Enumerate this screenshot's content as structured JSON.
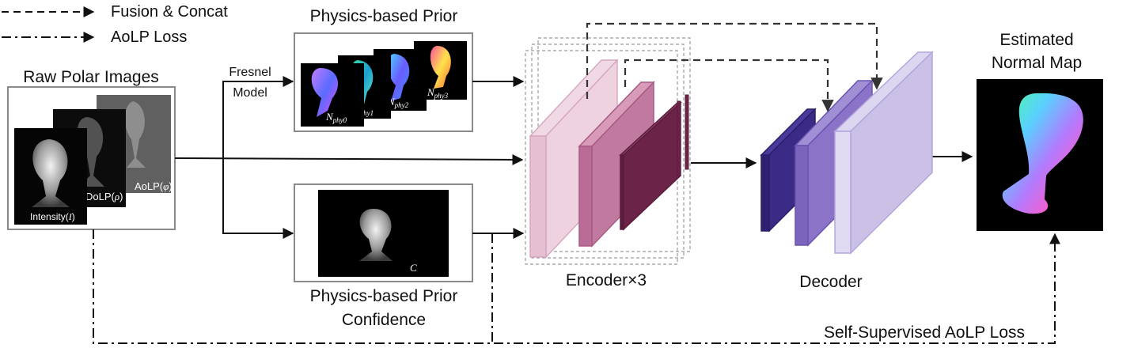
{
  "legend": {
    "fusion": "Fusion & Concat",
    "aolp": "AoLP Loss"
  },
  "raw": {
    "title": "Raw Polar Images",
    "intensity": "Intensity(",
    "intensity_sym": "I",
    "dolp": "DoLP(",
    "dolp_sym": "ρ",
    "aolp": "AoLP(",
    "aolp_sym": "φ",
    "close": ")"
  },
  "prior": {
    "title": "Physics-based Prior",
    "model_line1": "Fresnel",
    "model_line2": "Model",
    "n0_main": "N",
    "n0_sub": "phy0",
    "n1_main": "N",
    "n1_sub": "phy1",
    "n2_main": "N",
    "n2_sub": "phy2",
    "n3_main": "N",
    "n3_sub": "phy3"
  },
  "confidence": {
    "line1": "Physics-based Prior",
    "line2": "Confidence",
    "symbol": "C"
  },
  "encoder": {
    "label": "Encoder×3"
  },
  "decoder": {
    "label": "Decoder"
  },
  "output": {
    "line1": "Estimated",
    "line2": "Normal Map"
  },
  "loss": {
    "label": "Self-Supervised  AoLP Loss"
  },
  "colors": {
    "encoder_light": "#e6bfd1",
    "encoder_mid": "#c07aa0",
    "encoder_dark": "#6b2448",
    "decoder_dark": "#3b2a86",
    "decoder_mid": "#8b74c8",
    "decoder_light": "#cbc1e6",
    "frame": "#8a8a8a"
  }
}
